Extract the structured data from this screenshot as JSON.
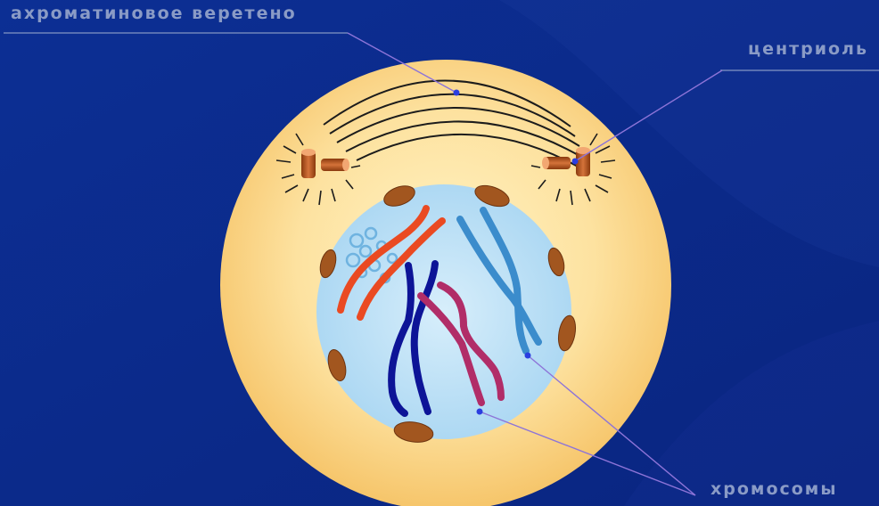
{
  "labels": {
    "spindle": "ахроматиновое веретено",
    "centriole": "центриоль",
    "chromosomes": "хромосомы"
  },
  "colors": {
    "background": "#0a2a8c",
    "cytoplasm": "#fcd488",
    "nucleus": "#c2e3f6",
    "label_text": "#8a9bc6",
    "leader_line": "#8d74d8",
    "chromosome_orange": "#ea4a22",
    "chromosome_darkblue": "#0d1497",
    "chromosome_magenta": "#b12d68",
    "chromosome_lightblue": "#3b8ccc"
  }
}
